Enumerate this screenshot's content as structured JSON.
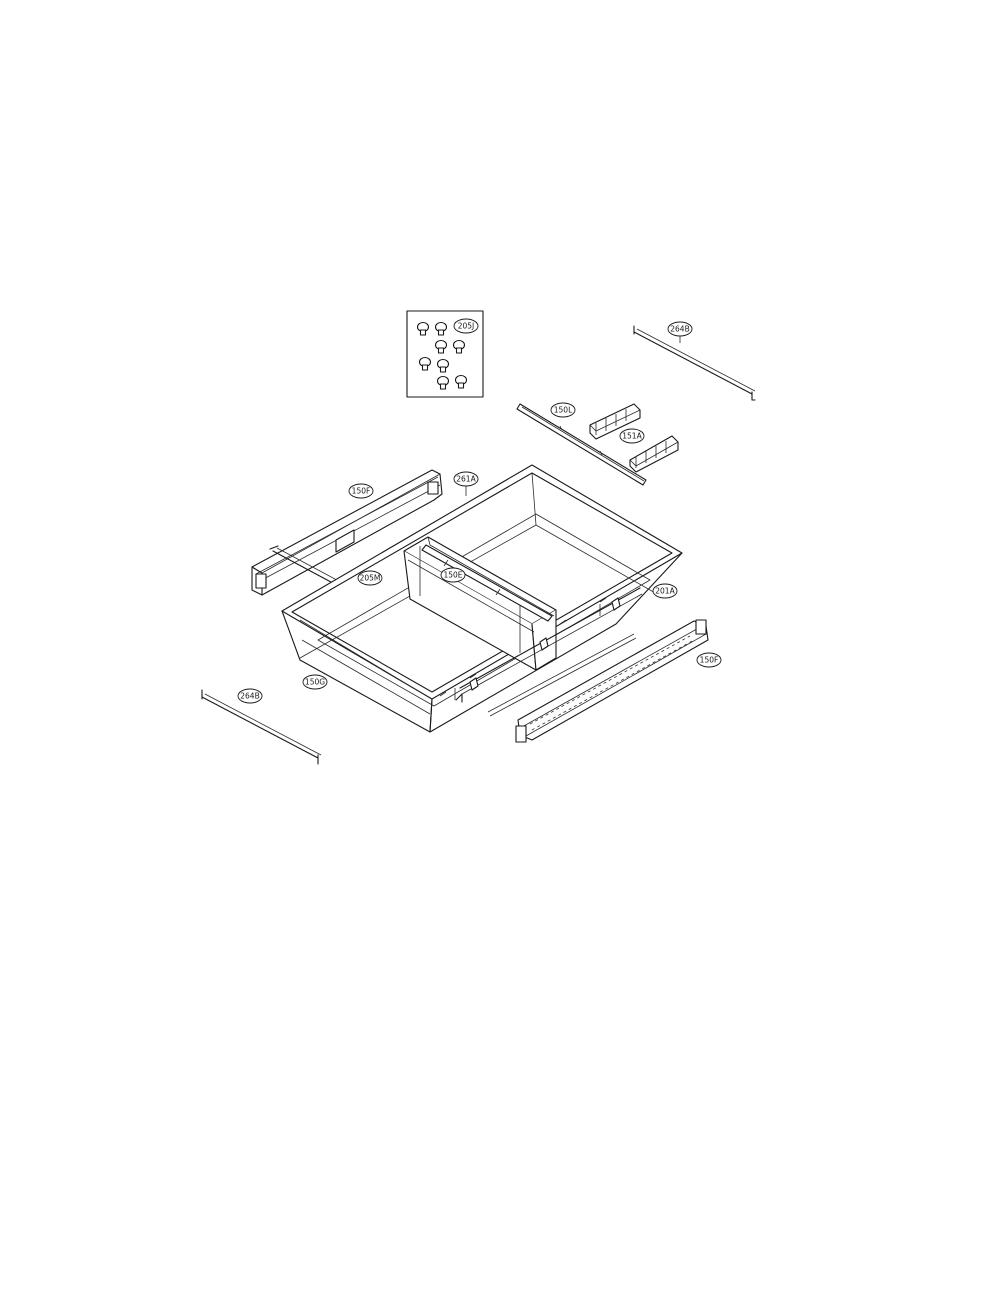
{
  "diagram": {
    "callouts": {
      "c_205j": "205J",
      "c_264b_top": "264B",
      "c_150l": "150L",
      "c_151a": "151A",
      "c_150f_left": "150F",
      "c_261a_top": "261A",
      "c_205m": "205M",
      "c_150e": "150E",
      "c_201a": "201A",
      "c_150f_right": "150F",
      "c_150g": "150G",
      "c_264b_bottom": "264B"
    },
    "colors": {
      "line": "#1a1a1a",
      "background": "#ffffff"
    }
  }
}
